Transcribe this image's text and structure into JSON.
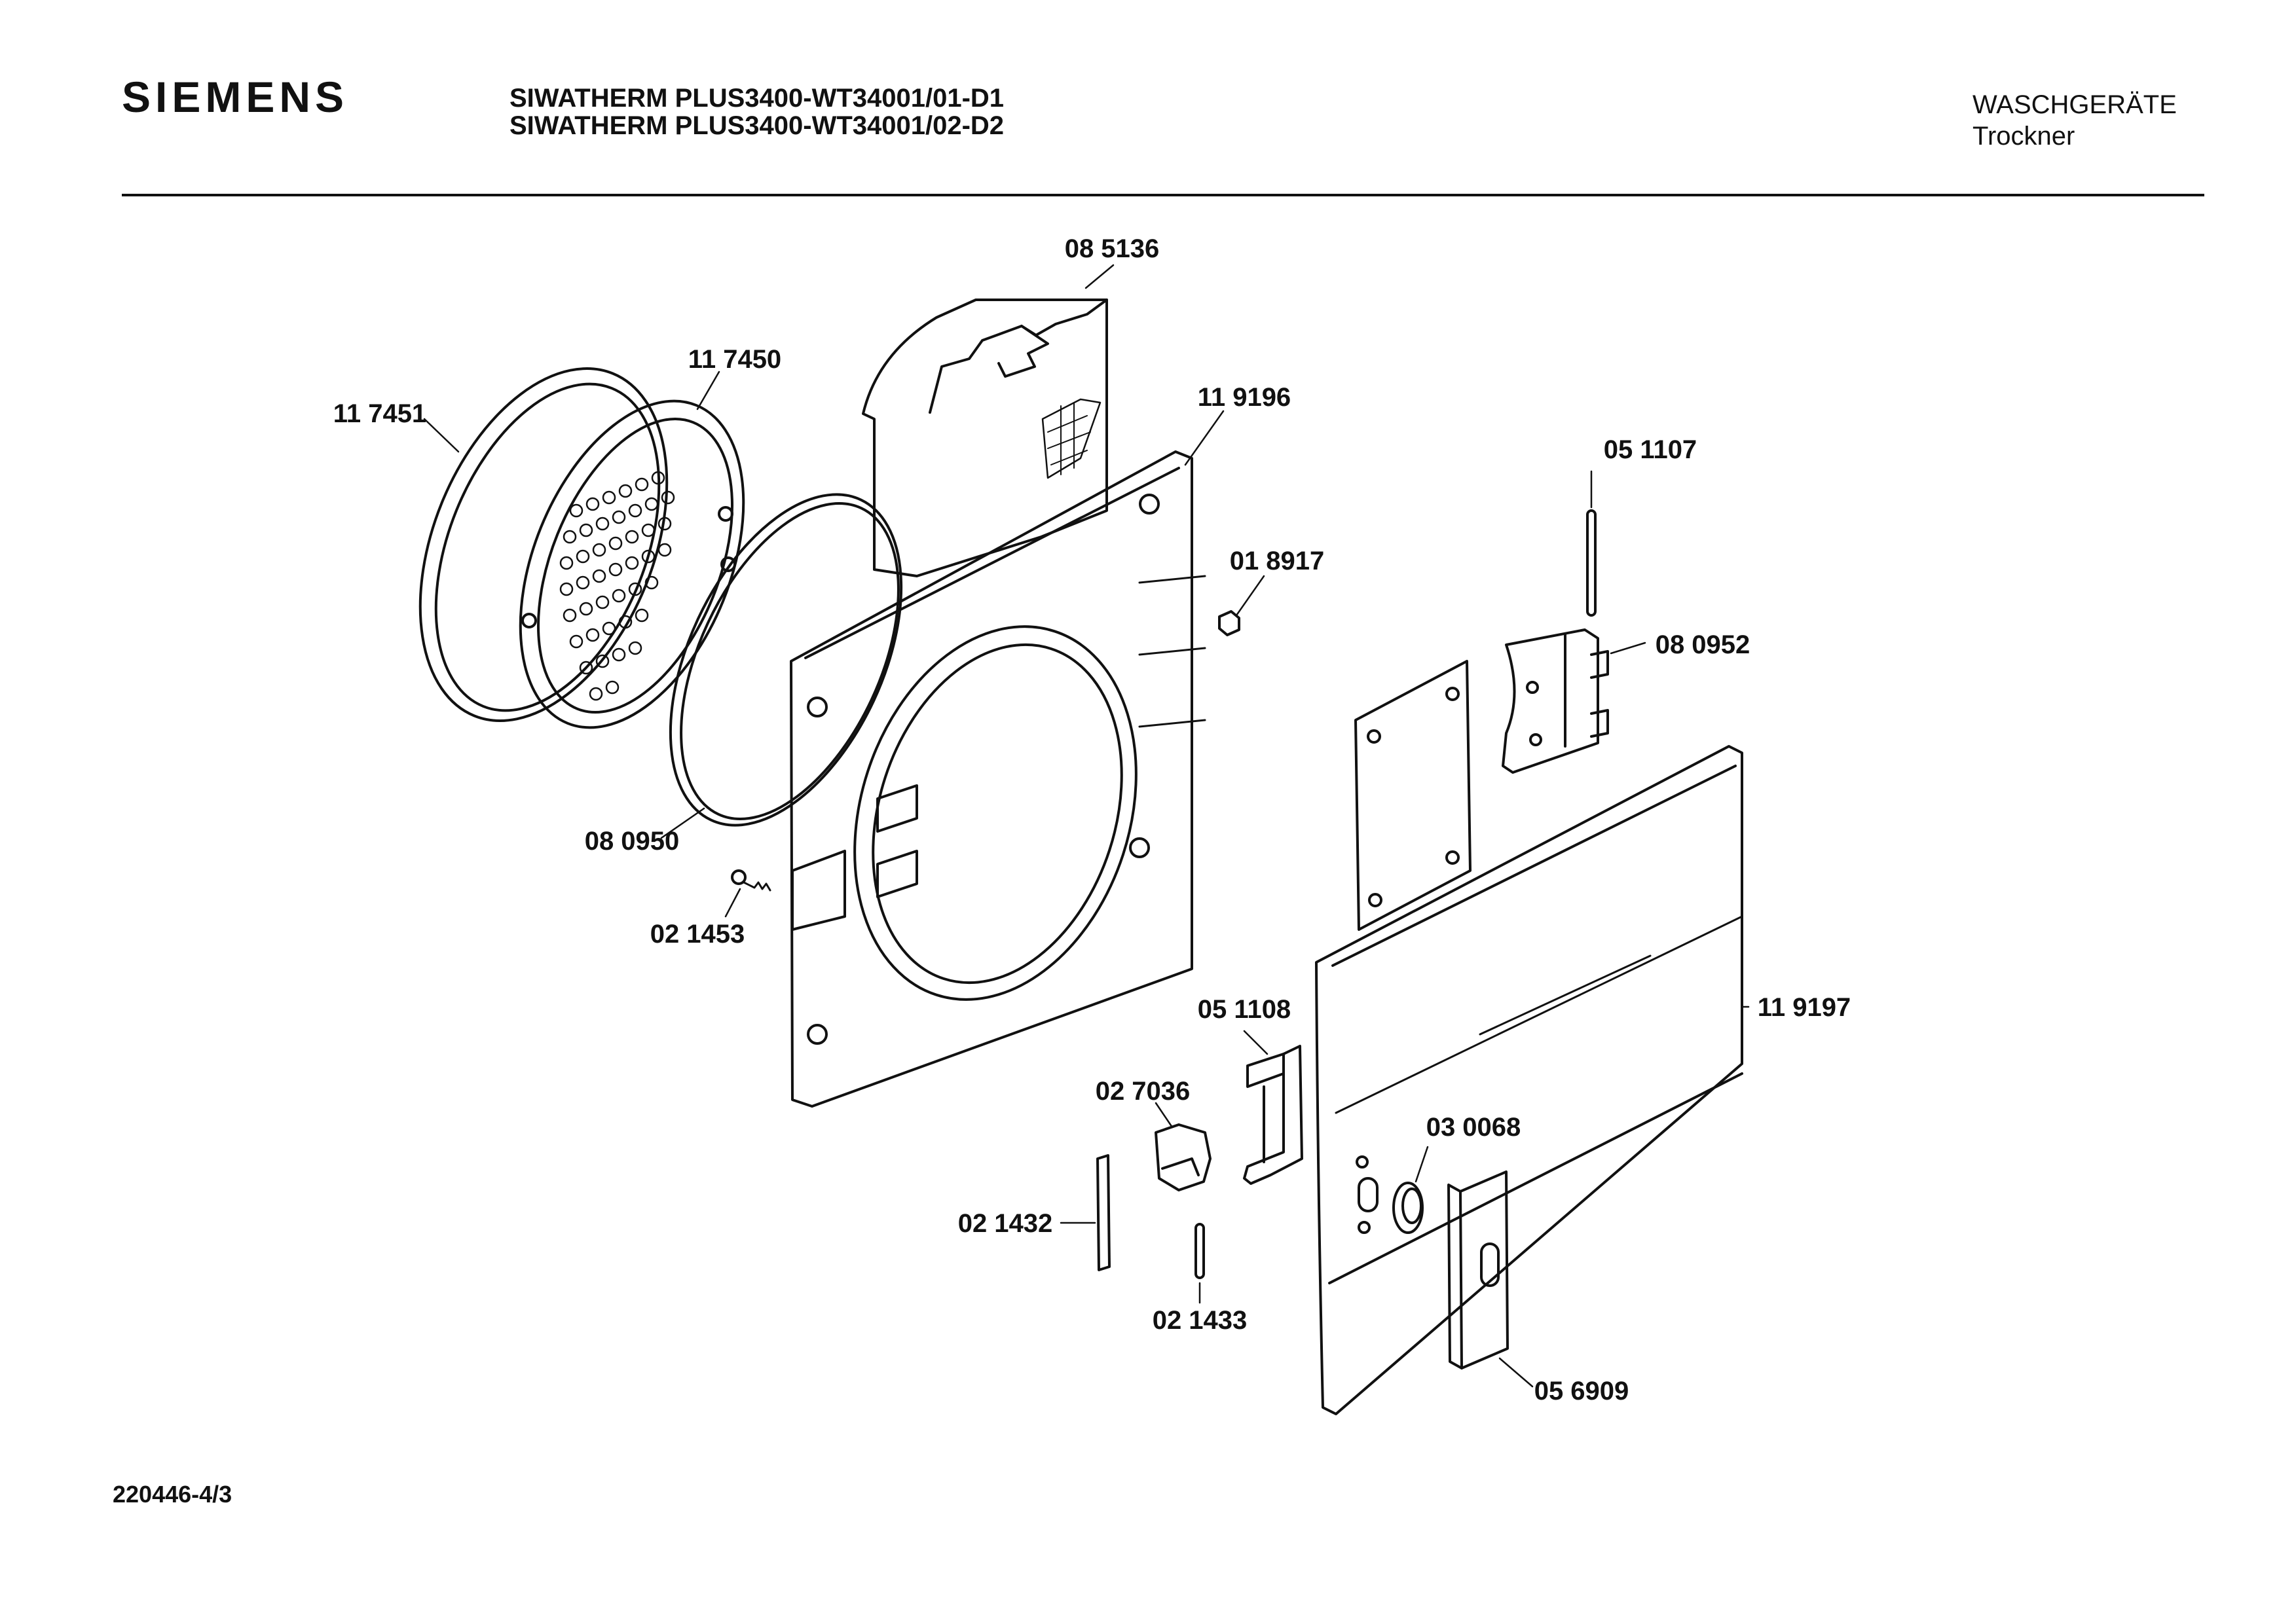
{
  "header": {
    "brand": "SIEMENS",
    "model_line_1": "SIWATHERM PLUS3400-WT34001/01-D1",
    "model_line_2": "SIWATHERM PLUS3400-WT34001/02-D2",
    "category": "WASCHGERÄTE",
    "subcategory": "Trockner"
  },
  "footer": {
    "document_number": "220446-4/3"
  },
  "parts": [
    {
      "id": "p085136",
      "number": "08 5136"
    },
    {
      "id": "p117450",
      "number": "11 7450"
    },
    {
      "id": "p117451",
      "number": "11 7451"
    },
    {
      "id": "p119196",
      "number": "11 9196"
    },
    {
      "id": "p051107",
      "number": "05 1107"
    },
    {
      "id": "p018917",
      "number": "01 8917"
    },
    {
      "id": "p080952",
      "number": "08 0952"
    },
    {
      "id": "p080950",
      "number": "08 0950"
    },
    {
      "id": "p021453",
      "number": "02 1453"
    },
    {
      "id": "p051108",
      "number": "05 1108"
    },
    {
      "id": "p119197",
      "number": "11 9197"
    },
    {
      "id": "p027036",
      "number": "02 7036"
    },
    {
      "id": "p030068",
      "number": "03 0068"
    },
    {
      "id": "p021432",
      "number": "02 1432"
    },
    {
      "id": "p021433",
      "number": "02 1433"
    },
    {
      "id": "p056909",
      "number": "05 6909"
    }
  ]
}
